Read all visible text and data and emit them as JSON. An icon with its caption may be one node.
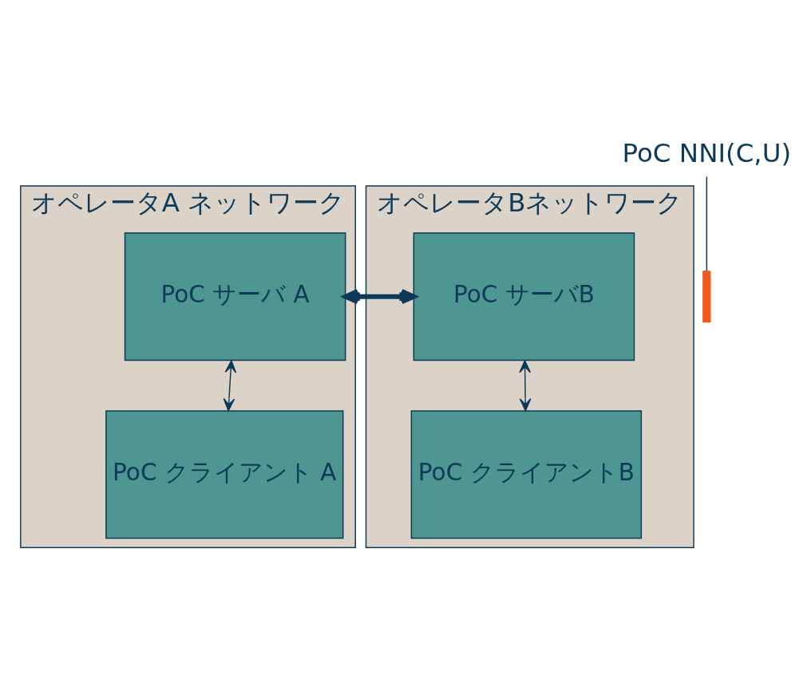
{
  "diagram": {
    "nodes": [
      {
        "text": [
          "オペレータA ネットワーク"
        ]
      },
      {
        "text": [
          "PoC サーバ A"
        ],
        "in": 0
      },
      {
        "text": [
          "PoC クライアント A"
        ],
        "in": 0
      },
      {
        "text": [
          "オペレータBネットワーク"
        ]
      },
      {
        "text": [
          "PoC サーバB"
        ],
        "in": 3
      },
      {
        "text": [
          "PoC クライアントB"
        ],
        "in": 3
      },
      {
        "text": [
          "PoC NNI(C,U)"
        ]
      },
      {
        "text": [],
        "shape": "bar"
      }
    ],
    "edges": [
      {
        "from": 1,
        "to": 4,
        "arrow": "both",
        "style": "thick"
      },
      {
        "from": 1,
        "to": 2,
        "arrow": "both"
      },
      {
        "from": 4,
        "to": 5,
        "arrow": "both"
      },
      {
        "from": 6,
        "to": 7,
        "arrow": "none"
      }
    ]
  }
}
